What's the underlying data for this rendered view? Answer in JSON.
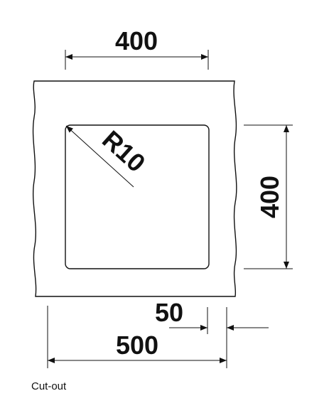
{
  "dimensions": {
    "top_width": "400",
    "right_height": "400",
    "corner_radius": "R10",
    "offset": "50",
    "bottom_width": "500"
  },
  "caption": "Cut-out",
  "colors": {
    "line": "#111111",
    "background": "#ffffff"
  }
}
